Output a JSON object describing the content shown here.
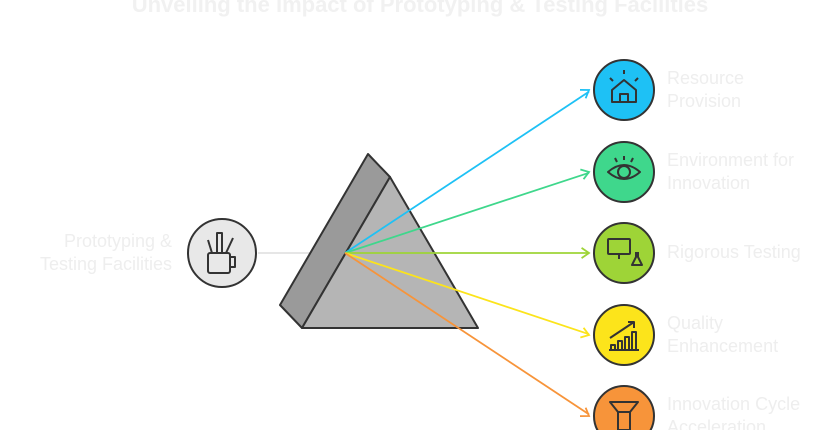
{
  "title": "Unveiling the Impact of Prototyping & Testing Facilities",
  "source": {
    "label": "Prototyping & Testing Facilities",
    "line1": "Prototyping &",
    "line2": "Testing Facilities",
    "icon": "stationery-mug-icon"
  },
  "outputs": [
    {
      "line1": "Resource",
      "line2": "Provision",
      "color": "#1ec1f5",
      "icon": "house-icon"
    },
    {
      "line1": "Environment for",
      "line2": "Innovation",
      "color": "#3fd78c",
      "icon": "eye-bulb-icon"
    },
    {
      "line1": "Rigorous Testing",
      "line2": "",
      "color": "#9ed437",
      "icon": "monitor-flask-icon"
    },
    {
      "line1": "Quality",
      "line2": "Enhancement",
      "color": "#fce41b",
      "icon": "growth-chart-icon"
    },
    {
      "line1": "Innovation Cycle",
      "line2": "Acceleration",
      "color": "#f7943a",
      "icon": "funnel-icon"
    }
  ]
}
